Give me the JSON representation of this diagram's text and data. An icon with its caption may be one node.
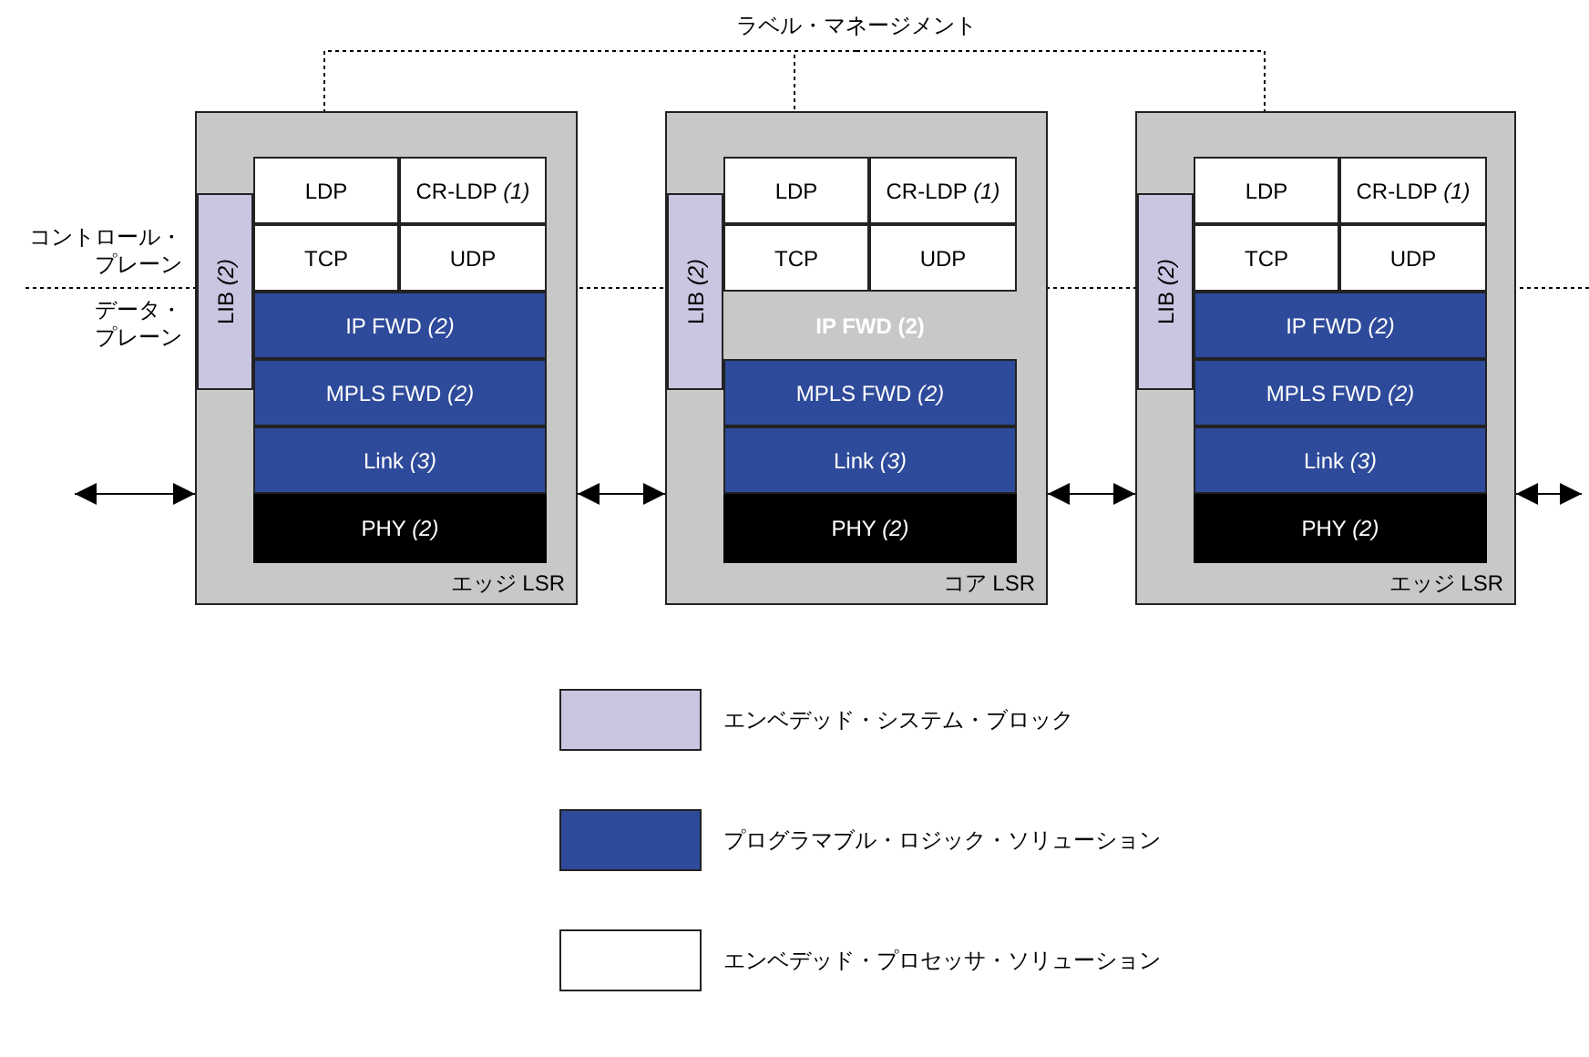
{
  "diagram": {
    "nodes": [
      {
        "text": [
          "ラベル・マネージメント"
        ]
      },
      {
        "text": [
          "エッジ LSR"
        ]
      },
      {
        "text": [
          "LDP"
        ],
        "in": 1
      },
      {
        "text": [
          "CR-LDP *(1)*"
        ],
        "in": 1
      },
      {
        "text": [
          "TCP"
        ],
        "in": 1
      },
      {
        "text": [
          "UDP"
        ],
        "in": 1
      },
      {
        "text": [
          "LIB *(2)*"
        ],
        "in": 1
      },
      {
        "text": [
          "IP FWD *(2)*"
        ],
        "in": 1
      },
      {
        "text": [
          "MPLS FWD *(2)*"
        ],
        "in": 1
      },
      {
        "text": [
          "Link *(3)*"
        ],
        "in": 1
      },
      {
        "text": [
          "PHY *(2)*"
        ],
        "in": 1
      },
      {
        "text": [
          "コア LSR"
        ]
      },
      {
        "text": [
          "LDP"
        ],
        "in": 11
      },
      {
        "text": [
          "CR-LDP *(1)*"
        ],
        "in": 11
      },
      {
        "text": [
          "TCP"
        ],
        "in": 11
      },
      {
        "text": [
          "UDP"
        ],
        "in": 11
      },
      {
        "text": [
          "LIB *(2)*"
        ],
        "in": 11
      },
      {
        "text": [
          "IP FWD (2)"
        ],
        "in": 11
      },
      {
        "text": [
          "MPLS FWD *(2)*"
        ],
        "in": 11
      },
      {
        "text": [
          "Link *(3)*"
        ],
        "in": 11
      },
      {
        "text": [
          "PHY *(2)*"
        ],
        "in": 11
      },
      {
        "text": [
          "エッジ LSR"
        ]
      },
      {
        "text": [
          "LDP"
        ],
        "in": 21
      },
      {
        "text": [
          "CR-LDP *(1)*"
        ],
        "in": 21
      },
      {
        "text": [
          "TCP"
        ],
        "in": 21
      },
      {
        "text": [
          "UDP"
        ],
        "in": 21
      },
      {
        "text": [
          "LIB *(2)*"
        ],
        "in": 21
      },
      {
        "text": [
          "IP FWD *(2)*"
        ],
        "in": 21
      },
      {
        "text": [
          "MPLS FWD *(2)*"
        ],
        "in": 21
      },
      {
        "text": [
          "Link *(3)*"
        ],
        "in": 21
      },
      {
        "text": [
          "PHY *(2)*"
        ],
        "in": 21
      }
    ],
    "edges": [
      {
        "from": 0,
        "to": 2,
        "arrow": "to",
        "style": "dashed"
      },
      {
        "from": 0,
        "to": 12,
        "arrow": "to",
        "style": "dashed"
      },
      {
        "from": 0,
        "to": 22,
        "arrow": "to",
        "style": "dashed"
      },
      {
        "from": null,
        "to": 1,
        "arrow": "both"
      },
      {
        "from": 1,
        "to": 11,
        "arrow": "both"
      },
      {
        "from": 11,
        "to": 21,
        "arrow": "both"
      },
      {
        "from": 21,
        "to": null,
        "arrow": "both"
      }
    ],
    "labels": [
      "コントロール・プレーン",
      "データ・プレーン"
    ],
    "legend": [
      {
        "text": "エンベデッド・システム・ブロック",
        "color": "#c9c6e2"
      },
      {
        "text": "プログラマブル・ロジック・ソリューション",
        "color": "#2e4a9a"
      },
      {
        "text": "エンベデッド・プロセッサ・ソリューション",
        "color": "#ffffff"
      }
    ]
  }
}
